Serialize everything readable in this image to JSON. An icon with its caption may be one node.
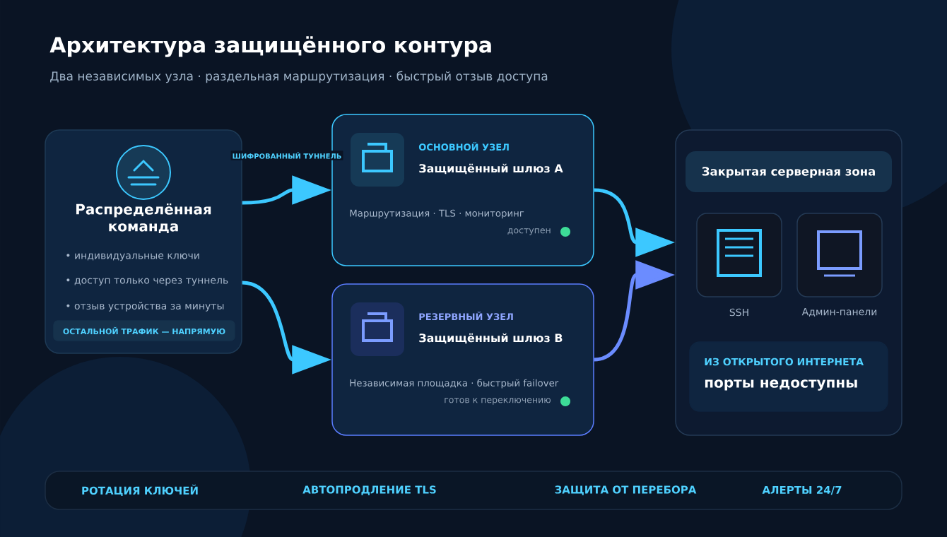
{
  "diagram": {
    "title": "Архитектура защищённого контура",
    "nodes": [
      {
        "text": [
          "Распределённая команда",
          "• индивидуальные ключи",
          "• доступ только через туннель",
          "• отзыв устройства за минуты"
        ]
      },
      {
        "text": [
          "ОСНОВНОЙ УЗЕЛ",
          "Защищённый шлюз А",
          "Маршрутизация · TLS · мониторинг",
          "доступен"
        ]
      },
      {
        "text": [
          "РЕЗЕРВНЫЙ УЗЕЛ",
          "Защищённый шлюз B",
          "Независимая площадка · быстрый failover",
          "готов к переключению"
        ]
      },
      {
        "text": [
          "Закрытая серверная зона"
        ]
      },
      {
        "text": [
          "SSH"
        ],
        "in": 3
      },
      {
        "text": [
          "Админ-панели"
        ],
        "in": 3
      },
      {
        "text": [
          "ИЗ ОТКРЫТОГО ИНТЕРНЕТА",
          "порты недоступны"
        ],
        "in": 3
      },
      {
        "text": [
          "ОСТАЛЬНОЙ ТРАФИК — НАПРЯМУЮ"
        ],
        "in": 0
      },
      {
        "text": [
          "РОТАЦИЯ КЛЮЧЕЙ",
          "АВТОПРОДЛЕНИЕ TLS",
          "ЗАЩИТА ОТ ПЕРЕБОРА",
          "АЛЕРТЫ 24/7"
        ]
      }
    ],
    "edges": [
      {
        "from": 0,
        "to": 1,
        "arrow": "to",
        "label": "ШИФРОВАННЫЙ ТУННЕЛЬ"
      },
      {
        "from": 0,
        "to": 2,
        "arrow": "to"
      },
      {
        "from": 1,
        "to": 3,
        "arrow": "to"
      },
      {
        "from": 2,
        "to": 3,
        "arrow": "to",
        "color": "#6b8cff"
      }
    ],
    "labels": [
      "Два независимых узла · раздельная маршрутизация · быстрый отзыв доступа"
    ]
  }
}
